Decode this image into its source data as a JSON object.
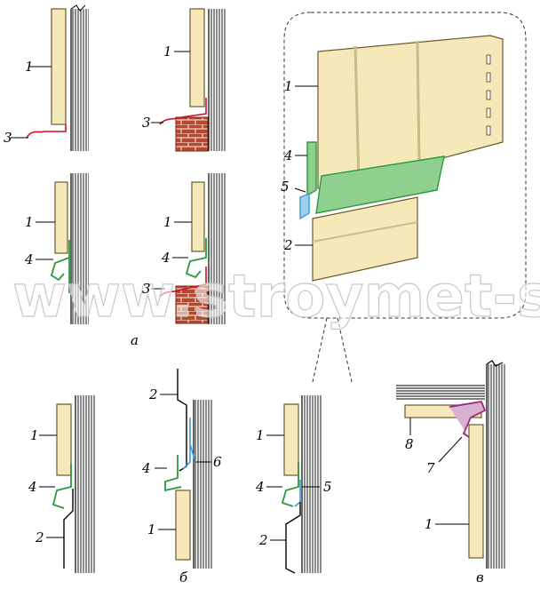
{
  "labels": {
    "n1": "1",
    "n2": "2",
    "n3": "3",
    "n4": "4",
    "n5": "5",
    "n6": "6",
    "n7": "7",
    "n8": "8"
  },
  "groups": {
    "a": "а",
    "b": "б",
    "v": "в"
  },
  "watermark": "www.stroymet-s.ru",
  "colors": {
    "panel_fill": "#f6e9b9",
    "panel_stroke": "#6b5a2e",
    "starter_strip": "#d0102a",
    "j_profile": "#2a9a3a",
    "j_fill": "#8fd08f",
    "clip": "#3a9ad8",
    "soffit_trim": "#9a2a7a",
    "brick": "#b5482e",
    "wall_hatch": "#000000"
  }
}
